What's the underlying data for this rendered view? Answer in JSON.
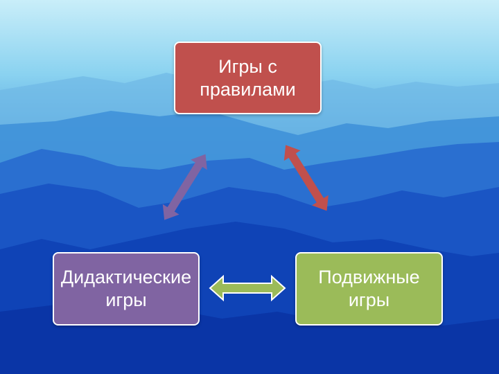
{
  "diagram": {
    "nodes": {
      "rules": {
        "label": "Игры с правилами",
        "color": "#c0504d"
      },
      "didactic": {
        "label": "Дидактичес­кие игры",
        "color": "#8064a2"
      },
      "mobile": {
        "label": "Подвижные игры",
        "color": "#9bbb59"
      }
    },
    "arrows": {
      "rules_didactic": {
        "color": "#8064a2"
      },
      "rules_mobile": {
        "color": "#c0504d"
      },
      "didactic_mobile": {
        "color": "#9bbb59"
      }
    }
  }
}
